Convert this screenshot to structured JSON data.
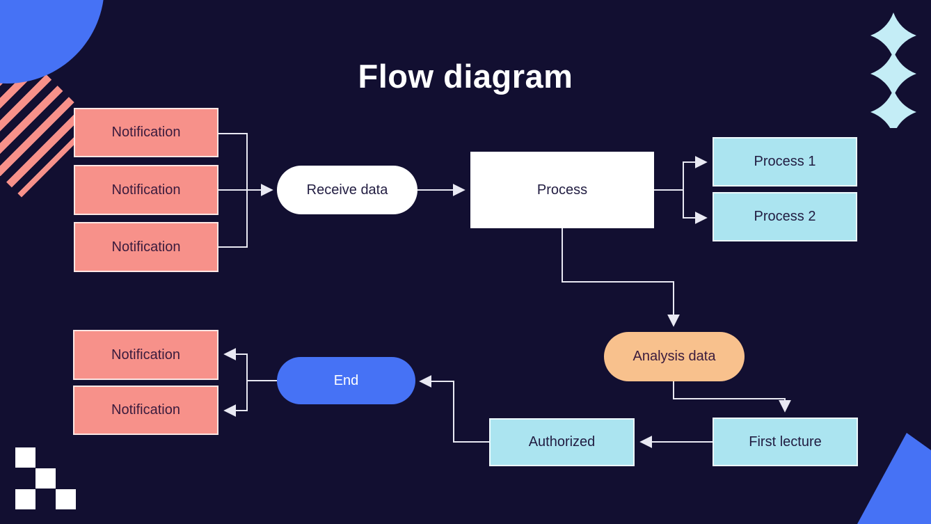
{
  "title": "Flow diagram",
  "colors": {
    "background": "#120F31",
    "salmon": "#F7918A",
    "light-blue": "#ABE4F0",
    "orange": "#F8C18D",
    "blue": "#4672F5",
    "white": "#FFFFFF",
    "cyan-ornament": "#C4EDF6",
    "connector": "#E9E9F3",
    "text-dark": "#211C41",
    "text-plum": "#3A1B3D"
  },
  "nodes": {
    "notif_top_1": {
      "label": "Notification"
    },
    "notif_top_2": {
      "label": "Notification"
    },
    "notif_top_3": {
      "label": "Notification"
    },
    "receive_data": {
      "label": "Receive data"
    },
    "process": {
      "label": "Process"
    },
    "process_1": {
      "label": "Process 1"
    },
    "process_2": {
      "label": "Process 2"
    },
    "analysis_data": {
      "label": "Analysis data"
    },
    "first_lecture": {
      "label": "First lecture"
    },
    "authorized": {
      "label": "Authorized"
    },
    "end": {
      "label": "End"
    },
    "notif_bottom_1": {
      "label": "Notification"
    },
    "notif_bottom_2": {
      "label": "Notification"
    }
  },
  "icons": {
    "ornament": "triple-concave-diamond",
    "checkerboard": "pixel-squares",
    "circle": "quarter-circle",
    "stripes": "diagonal-stripes",
    "diamond": "rotated-square"
  }
}
